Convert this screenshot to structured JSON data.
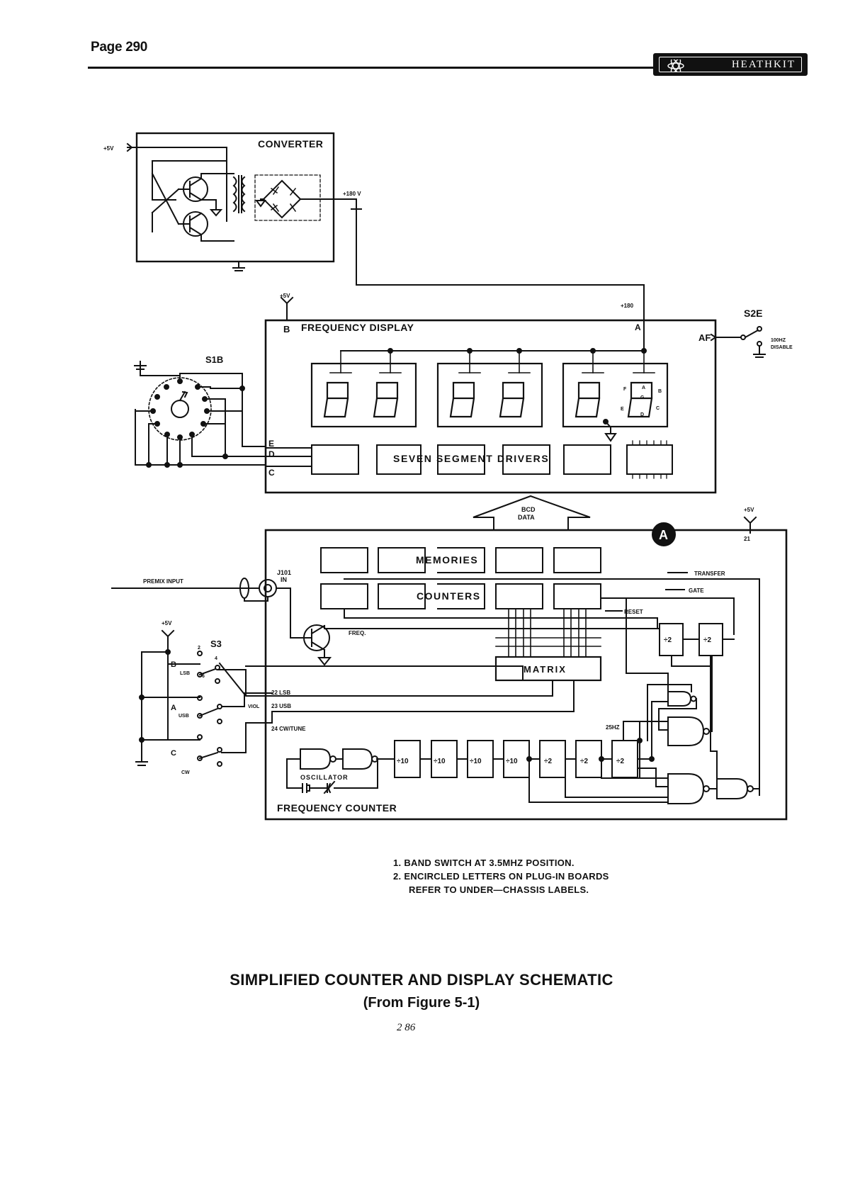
{
  "page": {
    "number_label": "Page 290"
  },
  "brand": {
    "logo_text": "HEATHKIT",
    "logo_icon": "atom-icon"
  },
  "schematic": {
    "converter": {
      "title": "CONVERTER",
      "supply_in": "+5V",
      "output": "+180 V"
    },
    "frequency_display": {
      "title": "FREQUENCY DISPLAY",
      "supply": "+5V",
      "pin_b": "B",
      "pin_a": "A",
      "hv_label": "+180",
      "drivers_label": "SEVEN SEGMENT DRIVERS",
      "segment_letters": [
        "A",
        "B",
        "C",
        "D",
        "E",
        "F",
        "G"
      ],
      "pins_left": [
        "E",
        "D",
        "C"
      ]
    },
    "switch_s1b": {
      "label": "S1B"
    },
    "switch_s2e": {
      "label": "S2E",
      "af": "AF",
      "note_line1": "100HZ",
      "note_line2": "DISABLE"
    },
    "bcd": {
      "line1": "BCD",
      "line2": "DATA"
    },
    "board": {
      "marker": "A",
      "supply": "+5V",
      "supply_pin": "21",
      "memories": "MEMORIES",
      "counters": "COUNTERS",
      "matrix": "MATRIX",
      "transfer": "TRANSFER",
      "gate": "GATE",
      "reset": "RESET",
      "freq": "FREQ.",
      "jack": "J101",
      "jack_in": "IN",
      "premix": "PREMIX INPUT",
      "pin22": "22  LSB",
      "pin23": "23  USB",
      "pin24": "24  CW/TUNE",
      "viol": "VIOL",
      "hz25": "25HZ",
      "oscillator": "OSCILLATOR",
      "title": "FREQUENCY COUNTER",
      "div10": "÷10",
      "div2": "÷2"
    },
    "switch_s3": {
      "label": "S3",
      "supply": "+5V",
      "sections": [
        "B",
        "A",
        "C"
      ],
      "modes": [
        "LSB",
        "USB",
        "CW"
      ],
      "contacts": [
        "2",
        "4",
        "6"
      ]
    }
  },
  "notes": [
    "1.  BAND SWITCH AT 3.5MHZ POSITION.",
    "2.  ENCIRCLED LETTERS ON PLUG-IN BOARDS",
    "REFER TO UNDER—CHASSIS LABELS."
  ],
  "caption": {
    "title": "SIMPLIFIED COUNTER AND DISPLAY SCHEMATIC",
    "subtitle": "(From Figure 5-1)"
  },
  "handwritten": "2 86"
}
